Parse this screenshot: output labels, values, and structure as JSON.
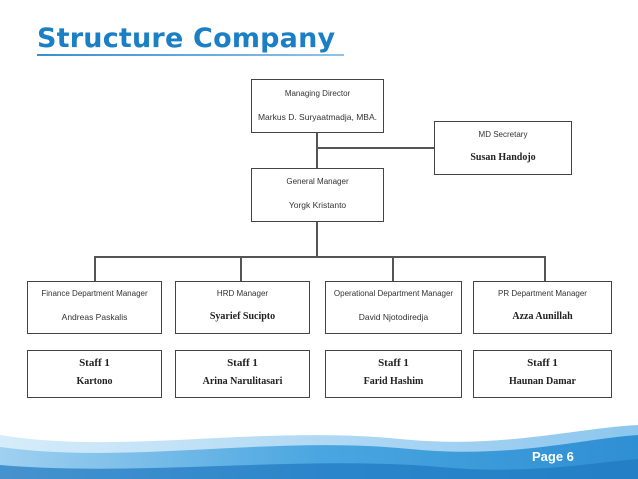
{
  "title": "Structure Company",
  "page_label": "Page 6",
  "colors": {
    "title": "#1a7fc4",
    "footer": "#4aa6e0"
  },
  "org": {
    "md": {
      "role": "Managing Director",
      "name": "Markus D. Suryaatmadja, MBA."
    },
    "secretary": {
      "role": "MD Secretary",
      "name": "Susan Handojo"
    },
    "gm": {
      "role": "General Manager",
      "name": "Yorgk Kristanto"
    },
    "departments": [
      {
        "role": "Finance Department Manager",
        "name": "Andreas Paskalis",
        "staff_label": "Staff 1",
        "staff_name": "Kartono"
      },
      {
        "role": "HRD Manager",
        "name": "Syarief Sucipto",
        "staff_label": "Staff 1",
        "staff_name": "Arina Narulitasari"
      },
      {
        "role": "Operational Department Manager",
        "name": "David Njotodiredja",
        "staff_label": "Staff 1",
        "staff_name": "Farid Hashim"
      },
      {
        "role": "PR Department Manager",
        "name": "Azza Aunillah",
        "staff_label": "Staff 1",
        "staff_name": "Haunan Damar"
      }
    ]
  }
}
